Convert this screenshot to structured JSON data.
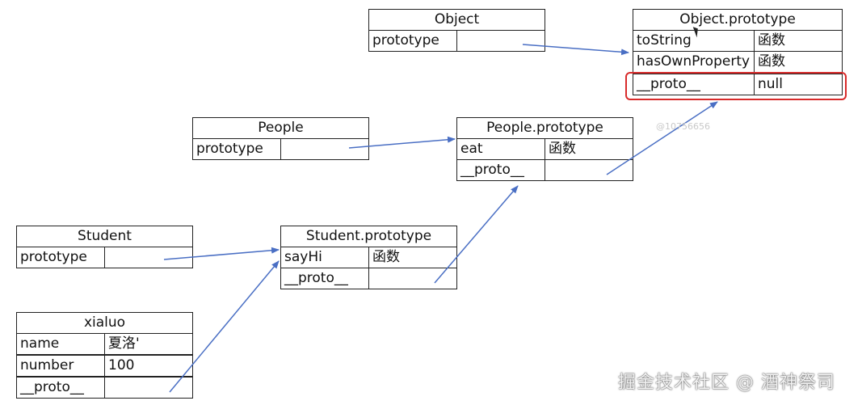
{
  "nodes": {
    "object": {
      "title": "Object",
      "rows": [
        {
          "key": "prototype",
          "value": ""
        }
      ]
    },
    "object_prototype": {
      "title": "Object.prototype",
      "rows": [
        {
          "key": "toString",
          "value": "函数"
        },
        {
          "key": "hasOwnProperty",
          "value": "函数"
        },
        {
          "key": "__proto__",
          "value": "null"
        }
      ]
    },
    "people": {
      "title": "People",
      "rows": [
        {
          "key": "prototype",
          "value": ""
        }
      ]
    },
    "people_prototype": {
      "title": "People.prototype",
      "rows": [
        {
          "key": "eat",
          "value": "函数"
        },
        {
          "key": "__proto__",
          "value": ""
        }
      ]
    },
    "student": {
      "title": "Student",
      "rows": [
        {
          "key": "prototype",
          "value": ""
        }
      ]
    },
    "student_prototype": {
      "title": "Student.prototype",
      "rows": [
        {
          "key": "sayHi",
          "value": "函数"
        },
        {
          "key": "__proto__",
          "value": ""
        }
      ]
    },
    "xialuo": {
      "title": "xialuo",
      "rows": [
        {
          "key": "name",
          "value": "夏洛'"
        },
        {
          "key": "number",
          "value": "100"
        },
        {
          "key": "__proto__",
          "value": ""
        }
      ]
    }
  },
  "edges": [
    {
      "from": "object.prototype",
      "to": "object_prototype"
    },
    {
      "from": "people.prototype",
      "to": "people_prototype"
    },
    {
      "from": "student.prototype",
      "to": "student_prototype"
    },
    {
      "from": "xialuo.__proto__",
      "to": "student_prototype"
    },
    {
      "from": "student_prototype.__proto__",
      "to": "people_prototype"
    },
    {
      "from": "people_prototype.__proto__",
      "to": "object_prototype"
    }
  ],
  "highlight": {
    "node": "object_prototype",
    "row": "__proto__",
    "color": "#d82b2b"
  },
  "arrow_color": "#4a6fc4",
  "watermark": "掘金技术社区 @ 酒神祭司",
  "stamp": "@10756656"
}
